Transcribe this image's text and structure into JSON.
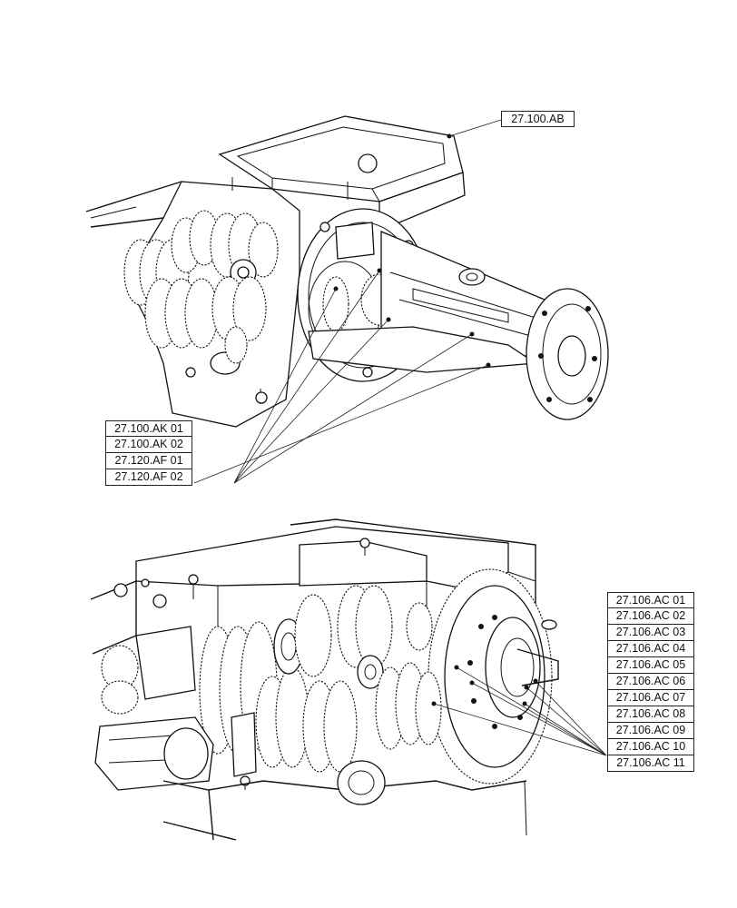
{
  "top": {
    "callout": "27.100.AB",
    "refs": [
      "27.100.AK 01",
      "27.100.AK 02",
      "27.120.AF 01",
      "27.120.AF 02"
    ]
  },
  "bottom": {
    "refs": [
      "27.106.AC 01",
      "27.106.AC 02",
      "27.106.AC 03",
      "27.106.AC 04",
      "27.106.AC 05",
      "27.106.AC 06",
      "27.106.AC 07",
      "27.106.AC 08",
      "27.106.AC 09",
      "27.106.AC 10",
      "27.106.AC 11"
    ]
  }
}
